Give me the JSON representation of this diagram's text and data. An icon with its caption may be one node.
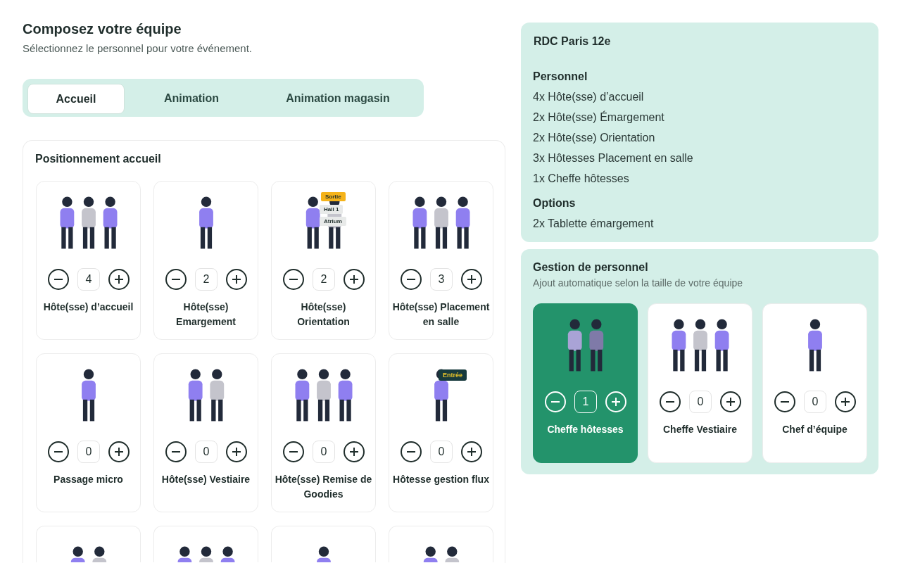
{
  "diagram": {
    "title": "Composez votre équipe",
    "nodes": [
      {
        "text": [],
        "shape": "box"
      },
      {
        "text": [
          "Accueil"
        ],
        "in": 0
      },
      {
        "text": [
          "Animation"
        ],
        "in": 0
      },
      {
        "text": [
          "Animation magasin"
        ],
        "in": 0
      },
      {
        "text": [
          "Positionnement accueil"
        ]
      },
      {
        "text": [
          "4",
          "Hôte(sse) d’accueil"
        ],
        "in": 4
      },
      {
        "text": [
          "2",
          "Hôte(sse) Emargement"
        ],
        "in": 4
      },
      {
        "text": [
          "2",
          "Hôte(sse) Orientation"
        ],
        "in": 4
      },
      {
        "text": [
          "3",
          "Hôte(sse) Placement en salle"
        ],
        "in": 4
      },
      {
        "text": [
          "0",
          "Passage micro"
        ],
        "in": 4
      },
      {
        "text": [
          "0",
          "Hôte(sse) Vestiaire"
        ],
        "in": 4
      },
      {
        "text": [
          "0",
          "Hôte(sse) Remise de Goodies"
        ],
        "in": 4
      },
      {
        "text": [
          "0",
          "Hôtesse gestion flux"
        ],
        "in": 4
      },
      {
        "text": [],
        "shape": "box",
        "in": 4
      },
      {
        "text": [],
        "shape": "box",
        "in": 4
      },
      {
        "text": [],
        "shape": "box",
        "in": 4
      },
      {
        "text": [],
        "shape": "box",
        "in": 4
      },
      {
        "text": [
          "RDC Paris 12e",
          "Personnel",
          "4x Hôte(sse) d’accueil",
          "2x Hôte(sse) Émargement",
          "2x Hôte(sse) Orientation",
          "3x Hôtesses Placement en salle",
          "1x Cheffe hôtesses",
          "Options",
          "2x Tablette émargement"
        ]
      },
      {
        "text": [
          "Gestion de personnel",
          "Ajout automatique selon la taille de votre équipe"
        ]
      },
      {
        "text": [
          "1",
          "Cheffe hôtesses"
        ],
        "in": 18
      },
      {
        "text": [
          "0",
          "Cheffe Vestiaire"
        ],
        "in": 18
      },
      {
        "text": [
          "0",
          "Chef d’équipe"
        ],
        "in": 18
      }
    ],
    "labels": [
      "Sélectionnez le personnel pour votre événement.",
      "Sortie",
      "Hall 1",
      "Atrium",
      "Entrée"
    ]
  }
}
